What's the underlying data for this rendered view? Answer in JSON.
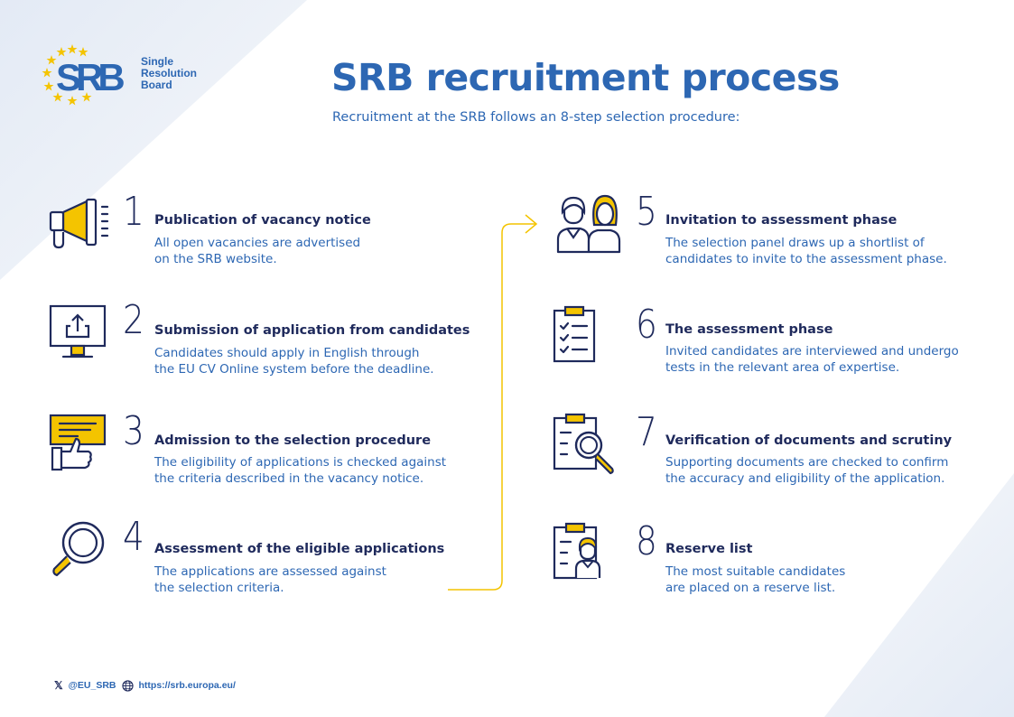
{
  "header": {
    "logo_mark": "SRB",
    "logo_lines": [
      "Single",
      "Resolution",
      "Board"
    ],
    "title": "SRB recruitment process",
    "subtitle": "Recruitment at the SRB follows an 8-step selection procedure:"
  },
  "steps": [
    {
      "number": "1",
      "title": "Publication of vacancy notice",
      "description": "All open vacancies are advertised\non the SRB website.",
      "icon": "megaphone-icon"
    },
    {
      "number": "2",
      "title": "Submission of application from candidates",
      "description": "Candidates should apply in English through\nthe EU CV Online system before the deadline.",
      "icon": "upload-monitor-icon"
    },
    {
      "number": "3",
      "title": "Admission to the selection procedure",
      "description": "The eligibility of applications is checked against\nthe criteria described in the vacancy notice.",
      "icon": "thumbs-up-icon"
    },
    {
      "number": "4",
      "title": "Assessment of the eligible applications",
      "description": "The applications are assessed against\nthe selection criteria.",
      "icon": "magnifier-icon"
    },
    {
      "number": "5",
      "title": "Invitation to assessment phase",
      "description": "The selection panel draws up a shortlist of\ncandidates to invite to the assessment phase.",
      "icon": "people-icon"
    },
    {
      "number": "6",
      "title": "The assessment phase",
      "description": "Invited candidates are interviewed and undergo\ntests in the relevant area of expertise.",
      "icon": "checklist-icon"
    },
    {
      "number": "7",
      "title": "Verification of documents and scrutiny",
      "description": "Supporting documents are checked to confirm\nthe accuracy and eligibility of the application.",
      "icon": "document-search-icon"
    },
    {
      "number": "8",
      "title": "Reserve list",
      "description": "The most suitable candidates\nare placed on a reserve list.",
      "icon": "clipboard-person-icon"
    }
  ],
  "footer": {
    "x_handle": "@EU_SRB",
    "website": "https://srb.europa.eu/"
  },
  "colors": {
    "navy": "#1f2a5c",
    "blue": "#2d67b3",
    "light_blue": "#7fa6d8",
    "yellow": "#f4c400"
  }
}
